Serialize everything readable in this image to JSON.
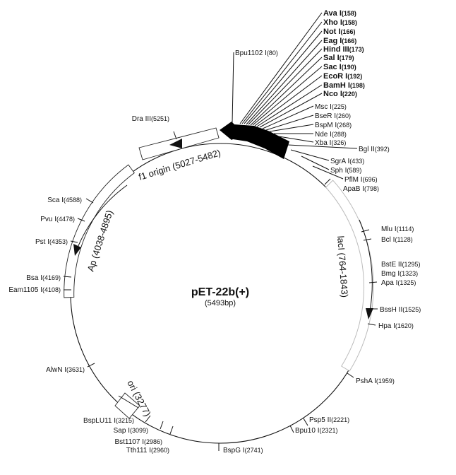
{
  "plasmid": {
    "name": "pET-22b(+)",
    "size_label": "(5493bp)"
  },
  "features": {
    "f1": "f1 origin (5027-5482)",
    "ap": "Ap (4038-4895)",
    "laci": "lacI (764-1843)",
    "ori": "ori (3277)"
  },
  "sites": {
    "ava": {
      "name": "Ava I",
      "pos": "(158)"
    },
    "xho": {
      "name": "Xho I",
      "pos": "(158)"
    },
    "not": {
      "name": "Not I",
      "pos": "(166)"
    },
    "eag": {
      "name": "Eag I",
      "pos": "(166)"
    },
    "hind": {
      "name": "Hind III",
      "pos": "(173)"
    },
    "sal": {
      "name": "Sal I",
      "pos": "(179)"
    },
    "sac": {
      "name": "Sac I",
      "pos": "(190)"
    },
    "ecor": {
      "name": "EcoR I",
      "pos": "(192)"
    },
    "bamh": {
      "name": "BamH I",
      "pos": "(198)"
    },
    "nco": {
      "name": "Nco I",
      "pos": "(220)"
    },
    "msc": {
      "name": "Msc I",
      "pos": "(225)"
    },
    "bser": {
      "name": "BseR I",
      "pos": "(260)"
    },
    "bspm": {
      "name": "BspM I",
      "pos": "(268)"
    },
    "nde": {
      "name": "Nde I",
      "pos": "(288)"
    },
    "xba": {
      "name": "Xba I",
      "pos": "(326)"
    },
    "bglii": {
      "name": "Bgl II",
      "pos": "(392)"
    },
    "sgra": {
      "name": "SgrA I",
      "pos": "(433)"
    },
    "sph": {
      "name": "Sph I",
      "pos": "(589)"
    },
    "pflm": {
      "name": "PflM I",
      "pos": "(696)"
    },
    "apab": {
      "name": "ApaB I",
      "pos": "(798)"
    },
    "mlu": {
      "name": "Mlu I",
      "pos": "(1114)"
    },
    "bcl": {
      "name": "Bcl I",
      "pos": "(1128)"
    },
    "bsteii": {
      "name": "BstE II",
      "pos": "(1295)"
    },
    "bmg": {
      "name": "Bmg I",
      "pos": "(1323)"
    },
    "apa": {
      "name": "Apa I",
      "pos": "(1325)"
    },
    "bsshii": {
      "name": "BssH II",
      "pos": "(1525)"
    },
    "hpa": {
      "name": "Hpa I",
      "pos": "(1620)"
    },
    "psha": {
      "name": "PshA I",
      "pos": "(1959)"
    },
    "psp5": {
      "name": "Psp5 II",
      "pos": "(2221)"
    },
    "bpu10": {
      "name": "Bpu10 I",
      "pos": "(2321)"
    },
    "bspg": {
      "name": "BspG I",
      "pos": "(2741)"
    },
    "tth111": {
      "name": "Tth111 I",
      "pos": "(2960)"
    },
    "bst1107": {
      "name": "Bst1107 I",
      "pos": "(2986)"
    },
    "sap": {
      "name": "Sap I",
      "pos": "(3099)"
    },
    "bsplu11": {
      "name": "BspLU11 I",
      "pos": "(3215)"
    },
    "alwn": {
      "name": "AlwN I",
      "pos": "(3631)"
    },
    "eam1105": {
      "name": "Eam1105 I",
      "pos": "(4108)"
    },
    "bsa": {
      "name": "Bsa I",
      "pos": "(4169)"
    },
    "pst": {
      "name": "Pst I",
      "pos": "(4353)"
    },
    "pvu": {
      "name": "Pvu I",
      "pos": "(4478)"
    },
    "sca": {
      "name": "Sca I",
      "pos": "(4588)"
    },
    "dra": {
      "name": "Dra III",
      "pos": "(5251)"
    },
    "bpu1102": {
      "name": "Bpu1102 I",
      "pos": "(80)"
    }
  }
}
